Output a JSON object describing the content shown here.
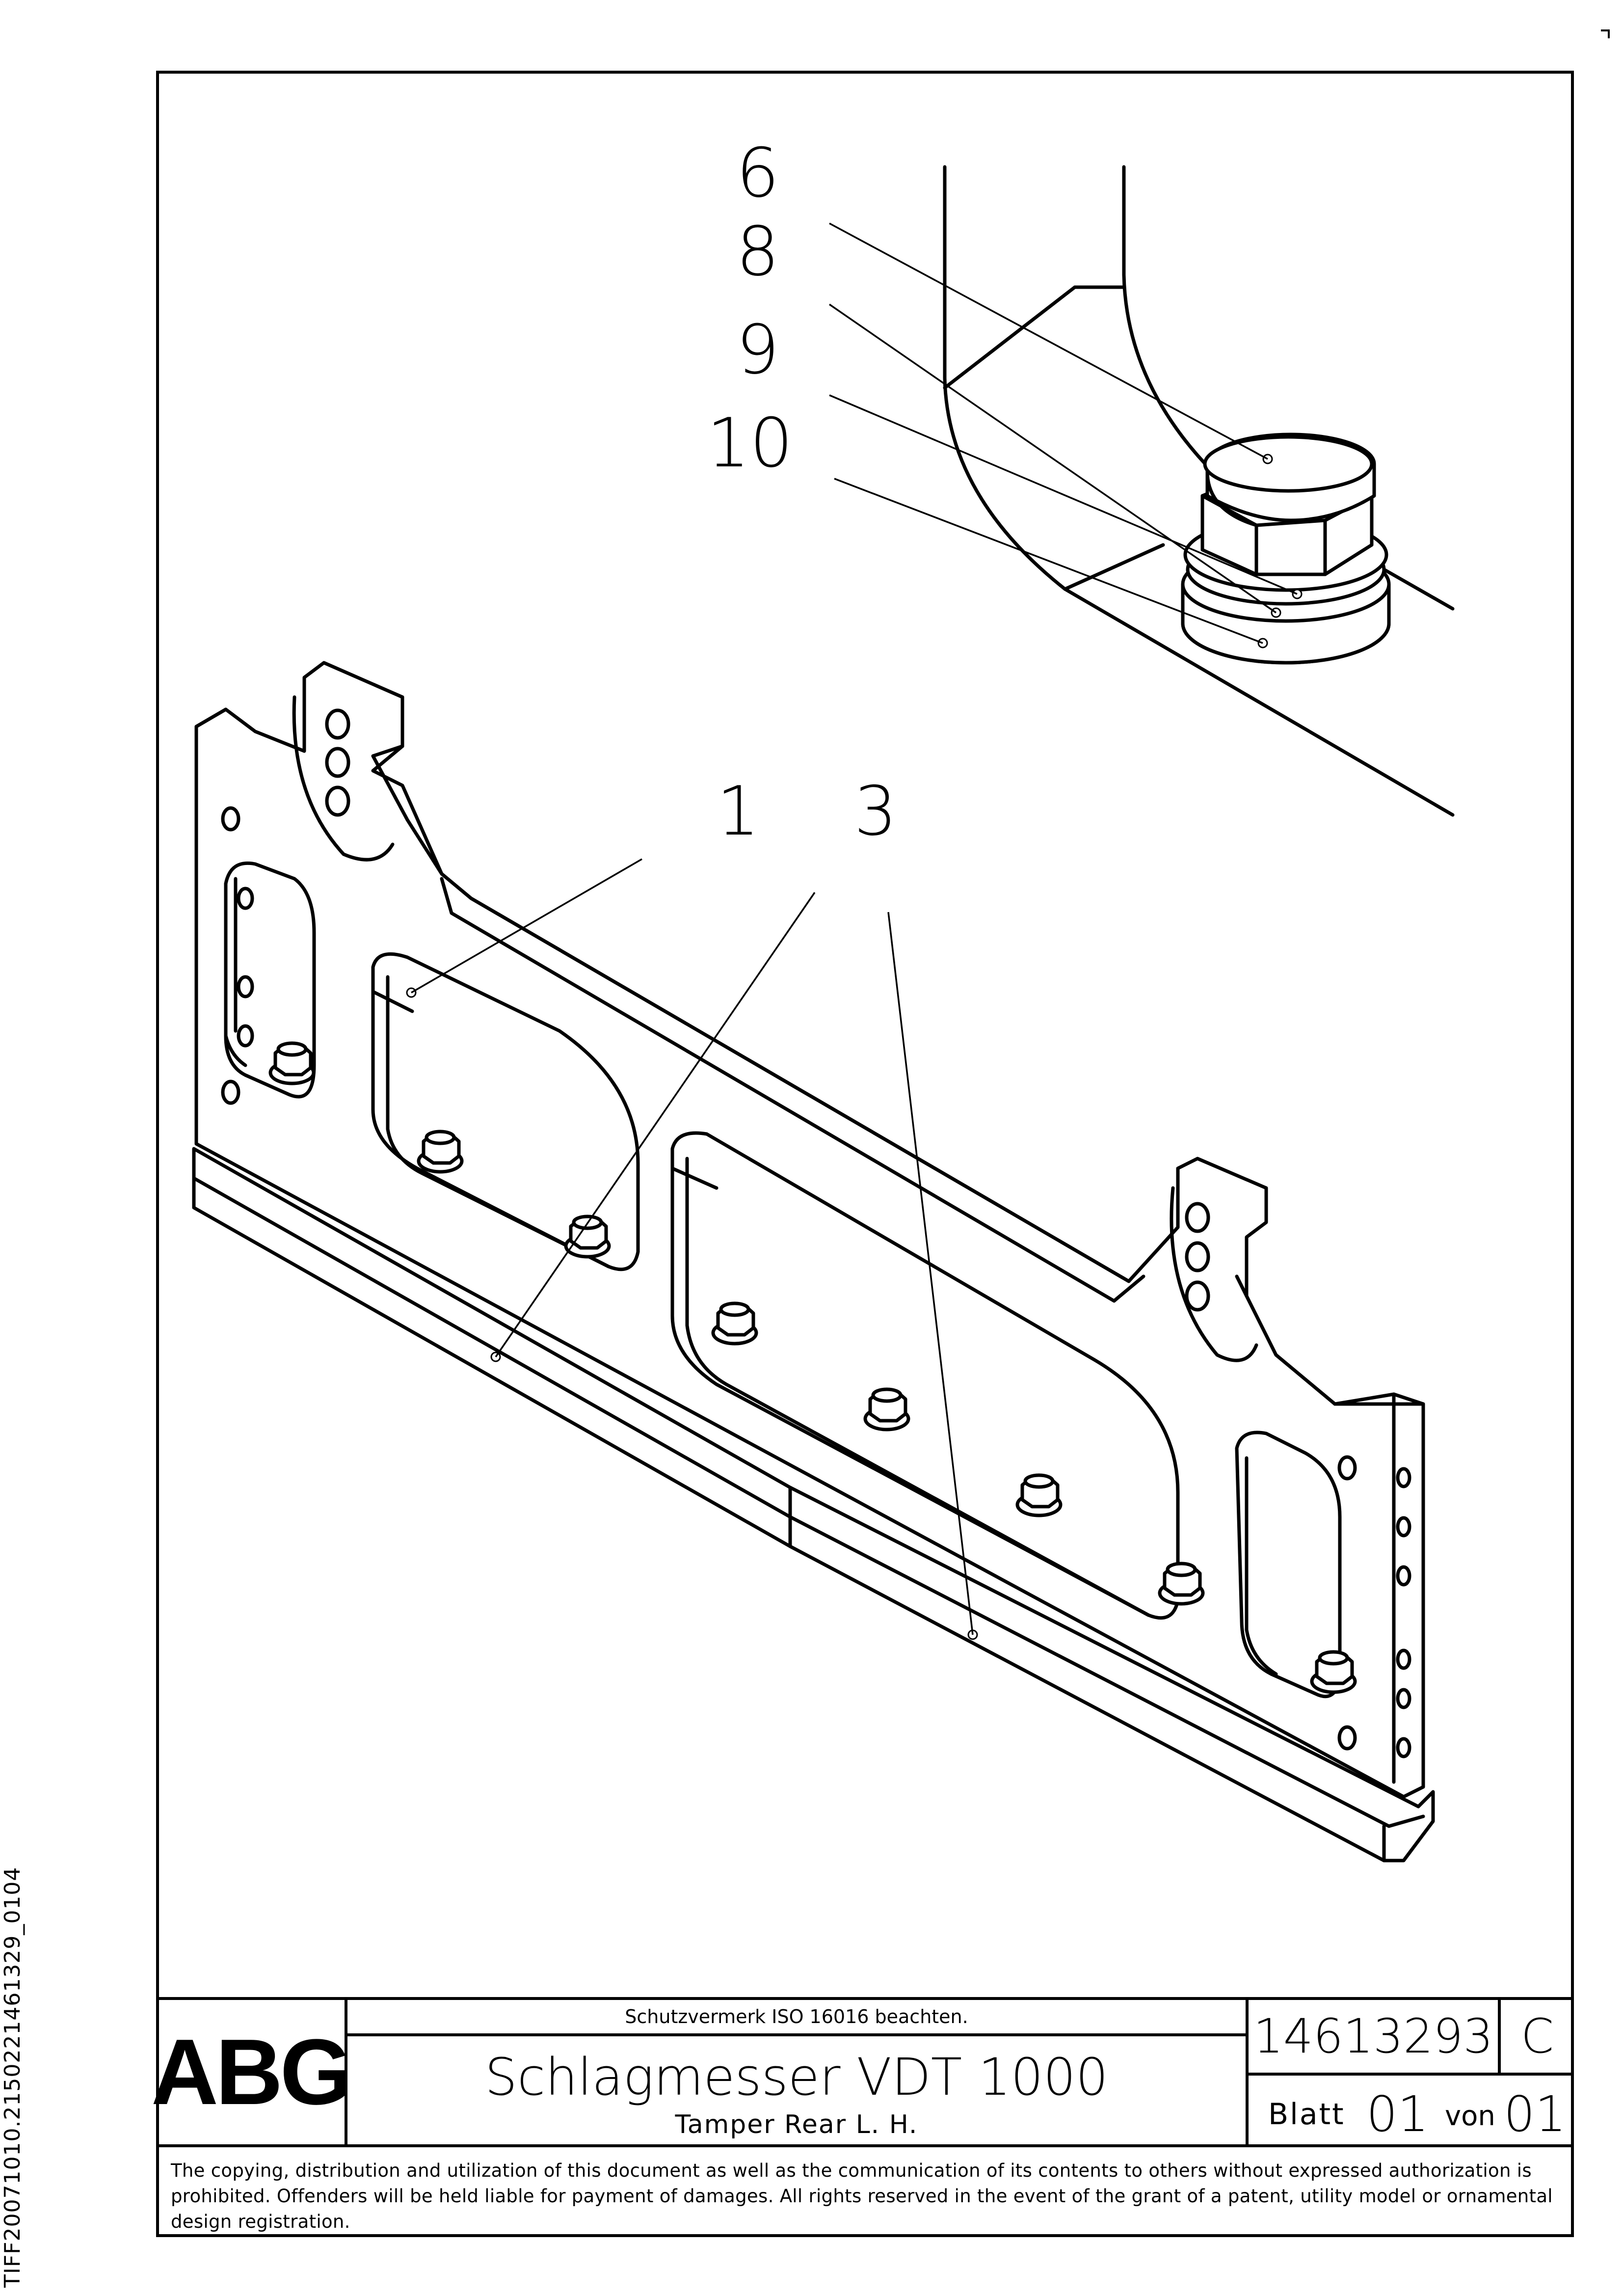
{
  "callouts": {
    "c6": "6",
    "c8": "8",
    "c9": "9",
    "c10": "10",
    "c1": "1",
    "c3": "3"
  },
  "titleblock": {
    "logo": "ABG",
    "protection_note": "Schutzvermerk ISO 16016 beachten.",
    "title": "Schlagmesser VDT 1000",
    "subtitle": "Tamper Rear L. H.",
    "document_number": "14613293",
    "revision": "C",
    "sheet_label": "Blatt",
    "sheet_number": "01",
    "of_label": "von",
    "sheet_total": "01"
  },
  "notice": "The copying, distribution and utilization of this document as well as the communication of its contents to others without expressed authorization is prohibited. Offenders will be held liable for payment of damages. All rights reserved in the event of the grant of a patent, utility model or ornamental design registration.",
  "side_code": "TIFF20071010.2150221461329_0104"
}
